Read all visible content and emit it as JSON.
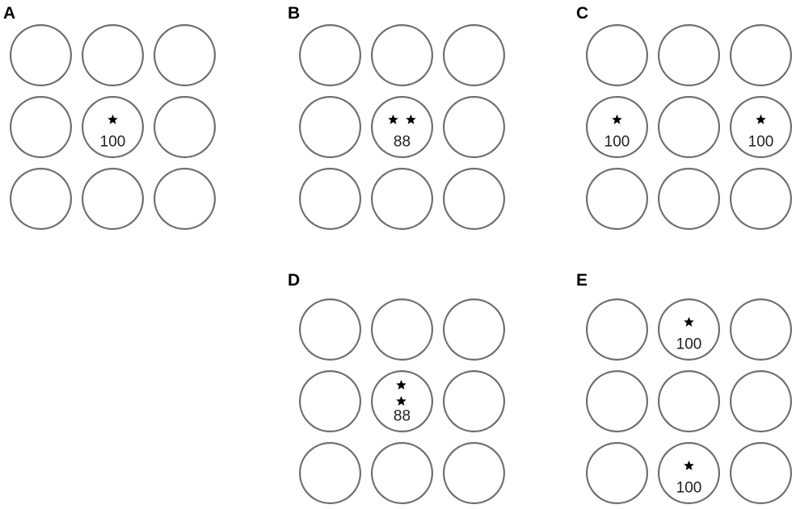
{
  "style": {
    "circle_stroke": "#6e6e6e",
    "star_fill": "#000000"
  },
  "panels": [
    {
      "label": "A",
      "marked_cells": [
        {
          "row": 1,
          "col": 1,
          "stars": 1,
          "arrangement": "single",
          "value": "100"
        }
      ]
    },
    {
      "label": "B",
      "marked_cells": [
        {
          "row": 1,
          "col": 1,
          "stars": 2,
          "arrangement": "horizontal",
          "value": "88"
        }
      ]
    },
    {
      "label": "C",
      "marked_cells": [
        {
          "row": 1,
          "col": 0,
          "stars": 1,
          "arrangement": "single",
          "value": "100"
        },
        {
          "row": 1,
          "col": 2,
          "stars": 1,
          "arrangement": "single",
          "value": "100"
        }
      ]
    },
    {
      "label": "D",
      "marked_cells": [
        {
          "row": 1,
          "col": 1,
          "stars": 2,
          "arrangement": "vertical",
          "value": "88"
        }
      ]
    },
    {
      "label": "E",
      "marked_cells": [
        {
          "row": 0,
          "col": 1,
          "stars": 1,
          "arrangement": "single",
          "value": "100"
        },
        {
          "row": 2,
          "col": 1,
          "stars": 1,
          "arrangement": "single",
          "value": "100"
        }
      ]
    }
  ]
}
